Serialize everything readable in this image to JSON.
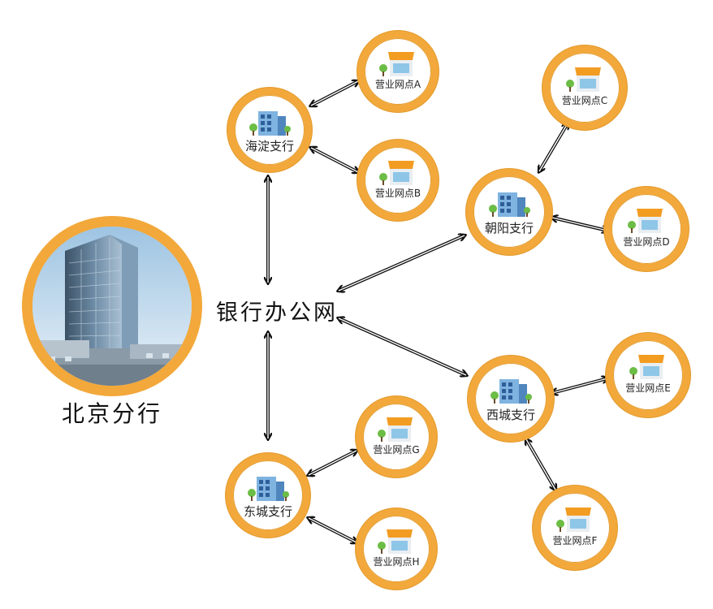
{
  "hub": {
    "label": "银行办公网"
  },
  "main_branch": {
    "label": "北京分行"
  },
  "branches": [
    {
      "id": "haidian",
      "label": "海淀支行"
    },
    {
      "id": "chaoyang",
      "label": "朝阳支行"
    },
    {
      "id": "xicheng",
      "label": "西城支行"
    },
    {
      "id": "dongcheng",
      "label": "东城支行"
    }
  ],
  "outlets": [
    {
      "id": "A",
      "label": "营业网点A"
    },
    {
      "id": "B",
      "label": "营业网点B"
    },
    {
      "id": "C",
      "label": "营业网点C"
    },
    {
      "id": "D",
      "label": "营业网点D"
    },
    {
      "id": "E",
      "label": "营业网点E"
    },
    {
      "id": "F",
      "label": "营业网点F"
    },
    {
      "id": "G",
      "label": "营业网点G"
    },
    {
      "id": "H",
      "label": "营业网点H"
    }
  ],
  "colors": {
    "ring": "#f2a83a",
    "arrow": "#111111",
    "text": "#222222"
  }
}
